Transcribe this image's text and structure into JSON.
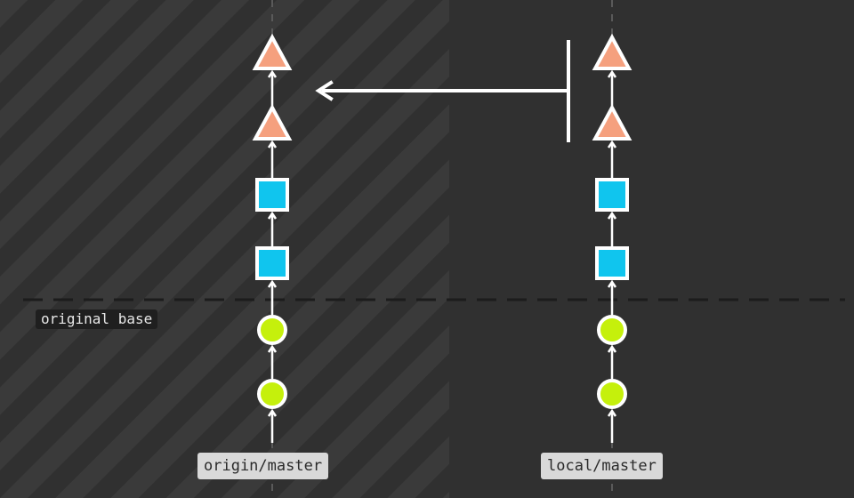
{
  "base_label": "original base",
  "branches": {
    "origin": "origin/master",
    "local": "local/master"
  },
  "colors": {
    "background": "#303030",
    "stripe": "#3a3a3a",
    "triangle": "#f5a07e",
    "square": "#10c5ee",
    "circle": "#c5f00c",
    "outline": "#ffffff"
  },
  "commits": [
    "circle",
    "circle",
    "square",
    "square",
    "triangle",
    "triangle"
  ]
}
